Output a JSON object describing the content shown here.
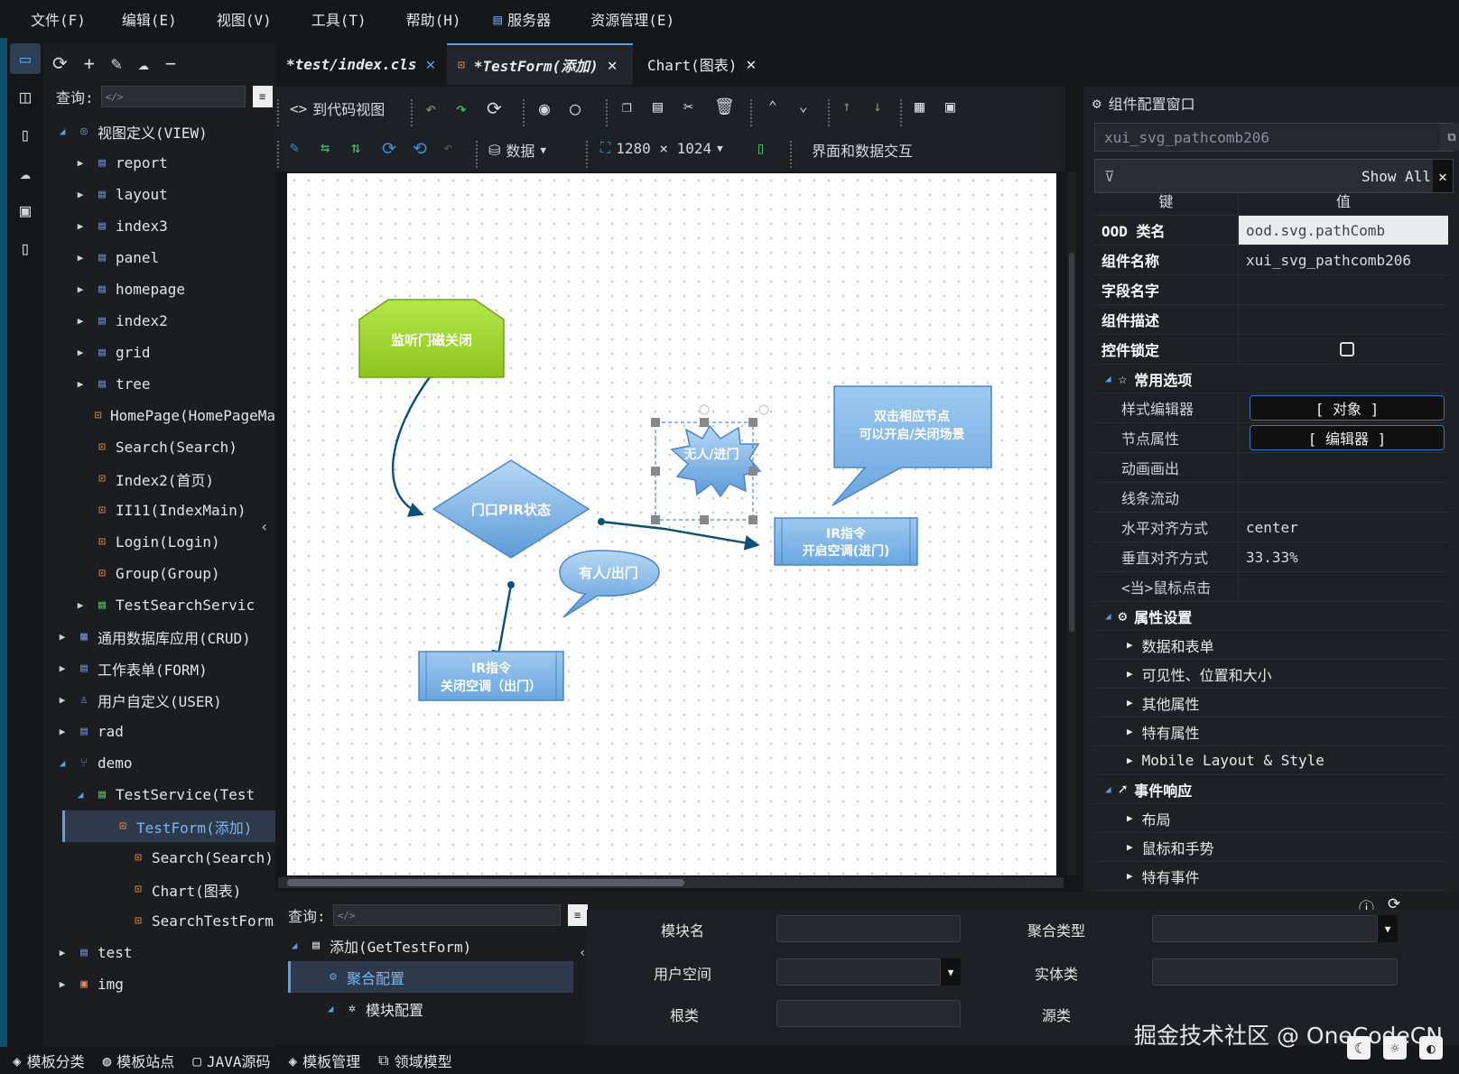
{
  "menu": {
    "items": [
      "文件(F)",
      "编辑(E)",
      "视图(V)",
      "工具(T)",
      "帮助(H)",
      "服务器",
      "资源管理(E)"
    ]
  },
  "left_panel": {
    "search_label": "查询:",
    "search_placeholder": "",
    "tree": [
      {
        "label": "视图定义(VIEW)",
        "level": 0,
        "arrow": "down",
        "icon": "eye-icon"
      },
      {
        "label": "report",
        "level": 1,
        "arrow": "right",
        "icon": "table-icon"
      },
      {
        "label": "layout",
        "level": 1,
        "arrow": "right",
        "icon": "table-icon"
      },
      {
        "label": "index3",
        "level": 1,
        "arrow": "right",
        "icon": "table-icon"
      },
      {
        "label": "panel",
        "level": 1,
        "arrow": "right",
        "icon": "table-icon"
      },
      {
        "label": "homepage",
        "level": 1,
        "arrow": "right",
        "icon": "table-icon"
      },
      {
        "label": "index2",
        "level": 1,
        "arrow": "right",
        "icon": "table-icon"
      },
      {
        "label": "grid",
        "level": 1,
        "arrow": "right",
        "icon": "table-icon"
      },
      {
        "label": "tree",
        "level": 1,
        "arrow": "right",
        "icon": "table-icon"
      },
      {
        "label": "HomePage(HomePageMa",
        "level": 1,
        "arrow": "none",
        "icon": "form-icon"
      },
      {
        "label": "Search(Search)",
        "level": 1,
        "arrow": "none",
        "icon": "form-icon"
      },
      {
        "label": "Index2(首页)",
        "level": 1,
        "arrow": "none",
        "icon": "form-icon"
      },
      {
        "label": "II11(IndexMain)",
        "level": 1,
        "arrow": "none",
        "icon": "form-icon"
      },
      {
        "label": "Login(Login)",
        "level": 1,
        "arrow": "none",
        "icon": "form-icon"
      },
      {
        "label": "Group(Group)",
        "level": 1,
        "arrow": "none",
        "icon": "form-icon"
      },
      {
        "label": "TestSearchServic",
        "level": 1,
        "arrow": "right",
        "icon": "service-icon"
      },
      {
        "label": "通用数据库应用(CRUD)",
        "level": 0,
        "arrow": "right",
        "icon": "database-icon"
      },
      {
        "label": "工作表单(FORM)",
        "level": 0,
        "arrow": "right",
        "icon": "document-icon"
      },
      {
        "label": "用户自定义(USER)",
        "level": 0,
        "arrow": "right",
        "icon": "user-icon"
      },
      {
        "label": "rad",
        "level": 0,
        "arrow": "right",
        "icon": "table-icon"
      },
      {
        "label": "demo",
        "level": 0,
        "arrow": "down",
        "icon": "branch-icon"
      },
      {
        "label": "TestService(Test",
        "level": 1,
        "arrow": "down",
        "icon": "service-icon"
      },
      {
        "label": "TestForm(添加)",
        "level": 2,
        "arrow": "none",
        "icon": "form-icon",
        "selected": true
      },
      {
        "label": "Search(Search)",
        "level": 2,
        "arrow": "none",
        "icon": "form-icon"
      },
      {
        "label": "Chart(图表)",
        "level": 2,
        "arrow": "none",
        "icon": "form-icon"
      },
      {
        "label": "SearchTestForm",
        "level": 2,
        "arrow": "none",
        "icon": "form-icon"
      },
      {
        "label": "test",
        "level": 0,
        "arrow": "right",
        "icon": "table-icon"
      },
      {
        "label": "img",
        "level": 0,
        "arrow": "right",
        "icon": "image-icon"
      }
    ]
  },
  "tabs": [
    {
      "label": "*test/index.cls",
      "active": false
    },
    {
      "label": "*TestForm(添加)",
      "active": true
    },
    {
      "label": "Chart(图表)",
      "active": false
    }
  ],
  "toolbar": {
    "to_code": "到代码视图",
    "data_label": "数据",
    "size_label": "1280 × 1024",
    "interaction_label": "界面和数据交互"
  },
  "diagram": {
    "nodes": {
      "door_close": "监听门磁关闭",
      "pir_state": "门口PIR状态",
      "nobody_enter": "无人/进门",
      "somebody_exit": "有人/出门",
      "ir_open_line1": "IR指令",
      "ir_open_line2": "开启空调(进门)",
      "ir_close_line1": "IR指令",
      "ir_close_line2": "关闭空调（出门）",
      "hint_line1": "双击相应节点",
      "hint_line2": "可以开启/关闭场景"
    },
    "colors": {
      "green": "#8fd12a",
      "blue": "#5b9bd8",
      "blue_light": "#9ec9f0",
      "edge": "#0b4f7a"
    }
  },
  "right_panel": {
    "title": "组件配置窗口",
    "component_name": "xui_svg_pathcomb206",
    "filter_show": "Show All",
    "header_key": "键",
    "header_value": "值",
    "rows": [
      {
        "key": "OOD 类名",
        "value": "ood.svg.pathComb",
        "style": "readonly"
      },
      {
        "key": "组件名称",
        "value": "xui_svg_pathcomb206",
        "style": "plain"
      },
      {
        "key": "字段名字",
        "value": "",
        "style": "plain"
      },
      {
        "key": "组件描述",
        "value": "",
        "style": "plain"
      },
      {
        "key": "控件锁定",
        "value": "",
        "style": "checkbox"
      }
    ],
    "common_section": "常用选项",
    "common_rows": [
      {
        "key": "样式编辑器",
        "value": "[ 对象 ]",
        "style": "pill"
      },
      {
        "key": "节点属性",
        "value": "[ 编辑器 ]",
        "style": "pill"
      },
      {
        "key": "动画画出",
        "value": "",
        "style": "plain"
      },
      {
        "key": "线条流动",
        "value": "",
        "style": "plain"
      },
      {
        "key": "水平对齐方式",
        "value": "center",
        "style": "plain"
      },
      {
        "key": "垂直对齐方式",
        "value": "33.33%",
        "style": "plain"
      },
      {
        "key": "<当>鼠标点击",
        "value": "",
        "style": "plain"
      }
    ],
    "property_section": "属性设置",
    "property_items": [
      "数据和表单",
      "可见性、位置和大小",
      "其他属性",
      "特有属性",
      "Mobile Layout & Style"
    ],
    "event_section": "事件响应",
    "event_items": [
      "布局",
      "鼠标和手势",
      "特有事件"
    ]
  },
  "bottom_panel": {
    "search_label": "查询:",
    "tree": [
      {
        "label": "添加(GetTestForm)",
        "icon": "document-icon",
        "arrow": "down"
      },
      {
        "label": "聚合配置",
        "icon": "gear-icon",
        "arrow": "none",
        "selected": true
      },
      {
        "label": "模块配置",
        "icon": "settings-icon",
        "arrow": "down"
      }
    ],
    "fields": {
      "module_name": "模块名",
      "aggregation_type": "聚合类型",
      "user_space": "用户空间",
      "entity_class": "实体类",
      "root_class": "根类",
      "source_class": "源类"
    }
  },
  "statusbar": {
    "items": [
      "模板分类",
      "模板站点",
      "JAVA源码",
      "模板管理",
      "领域模型"
    ]
  },
  "watermark": "掘金技术社区 @ OneCodeCN"
}
